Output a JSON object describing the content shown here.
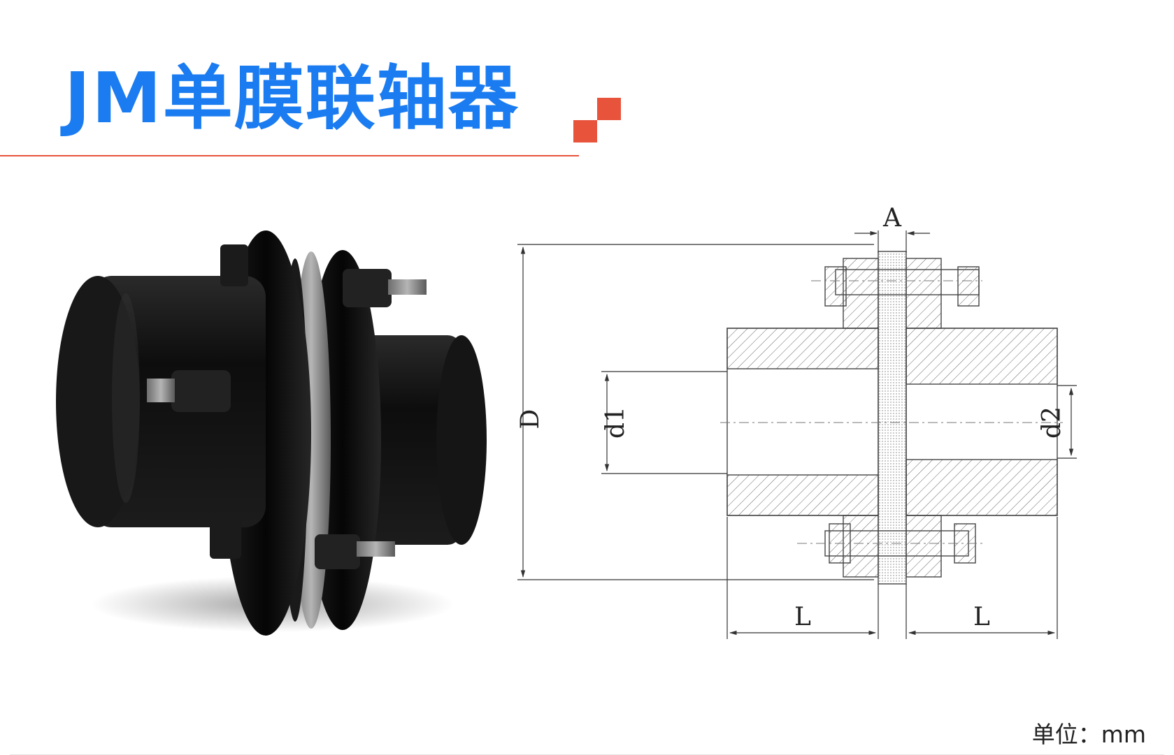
{
  "title": "JM单膜联轴器",
  "colors": {
    "title": "#1a7cf0",
    "accent": "#e8533c",
    "coupling_body": "#111111",
    "drawing_line": "#333333"
  },
  "drawing_labels": {
    "A": "A",
    "D": "D",
    "d1": "d1",
    "d2": "d2",
    "L_left": "L",
    "L_right": "L"
  },
  "unit_label": "单位：mm",
  "icons": [
    "deco-squares-icon"
  ]
}
